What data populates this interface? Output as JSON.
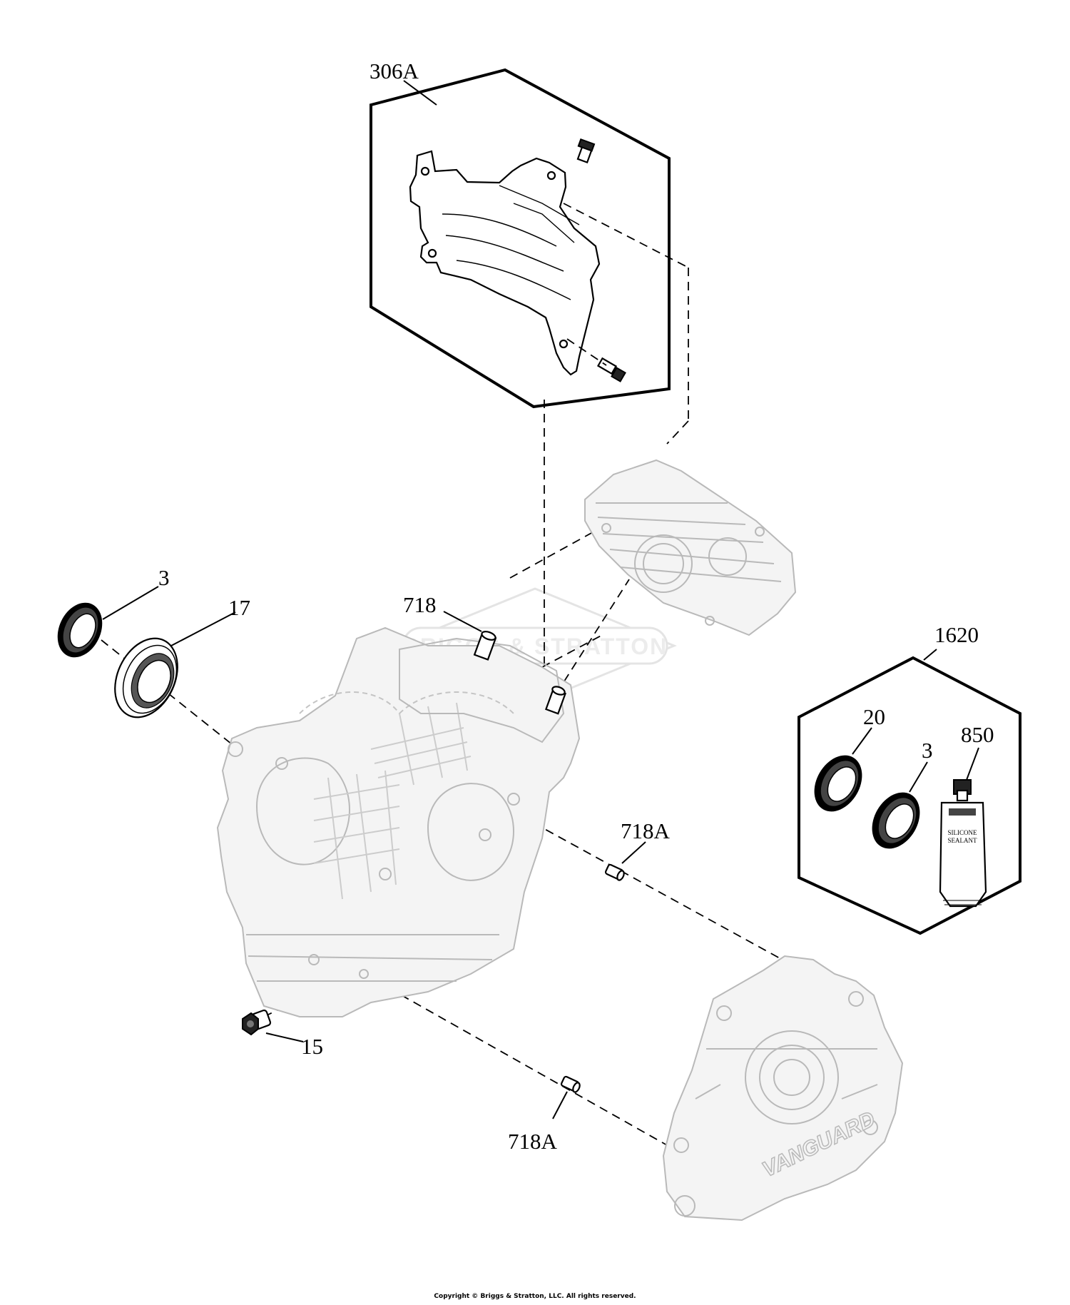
{
  "callouts": {
    "kit_306A": "306A",
    "washer_3": "3",
    "bearing_17": "17",
    "dowel_718": "718",
    "kit_1620": "1620",
    "seal_20": "20",
    "seal_3_kit": "3",
    "sealant_850": "850",
    "dowel_718A_upper": "718A",
    "plug_15": "15",
    "dowel_718A_lower": "718A"
  },
  "sealant_tube": {
    "line1": "SILICONE",
    "line2": "SEALANT"
  },
  "watermark": "BRIGGS & STRATTON",
  "cover_logo": "VANGUARD",
  "footer": {
    "copyright": "Copyright © Briggs & Stratton, LLC. All rights reserved."
  }
}
